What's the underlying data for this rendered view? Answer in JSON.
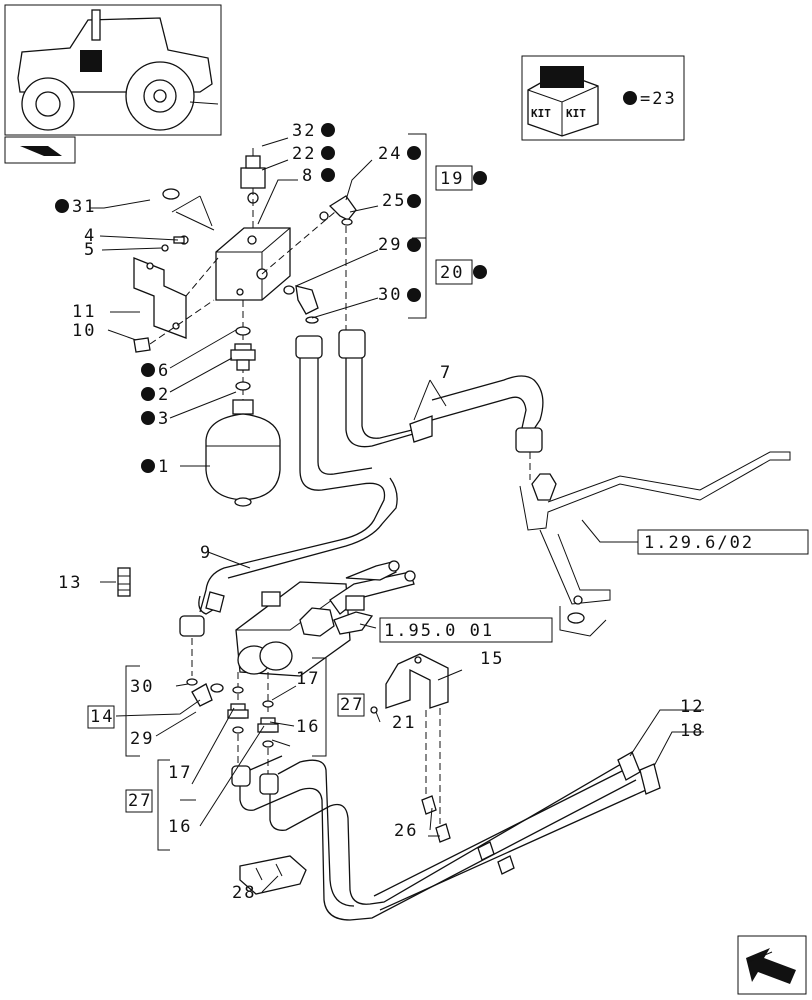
{
  "legend": {
    "kit_text": "KIT",
    "marker_text": "=23"
  },
  "refs": {
    "r1": "1.29.6/02",
    "r2": "1.95.0 01"
  },
  "callouts": {
    "c32": "32",
    "c22": "22",
    "c8": "8",
    "c24": "24",
    "c19": "19",
    "c25": "25",
    "c29a": "29",
    "c20": "20",
    "c30a": "30",
    "c31": "31",
    "c4": "4",
    "c5": "5",
    "c11": "11",
    "c10": "10",
    "c6": "6",
    "c2": "2",
    "c3": "3",
    "c1": "1",
    "c7": "7",
    "c9": "9",
    "c13": "13",
    "c30b": "30",
    "c14": "14",
    "c29b": "29",
    "c17a": "17",
    "c27a": "27",
    "c21": "21",
    "c16a": "16",
    "c15": "15",
    "c17b": "17",
    "c27b": "27",
    "c16b": "16",
    "c12": "12",
    "c18": "18",
    "c26": "26",
    "c28": "28"
  },
  "icons": {
    "tractor": "tractor-thumbnail-icon",
    "kit": "kit-box-icon",
    "nav_back": "nav-back-arrow-icon",
    "nav_next": "nav-next-arrow-icon"
  },
  "colors": {
    "line": "#111111",
    "background": "#ffffff"
  }
}
